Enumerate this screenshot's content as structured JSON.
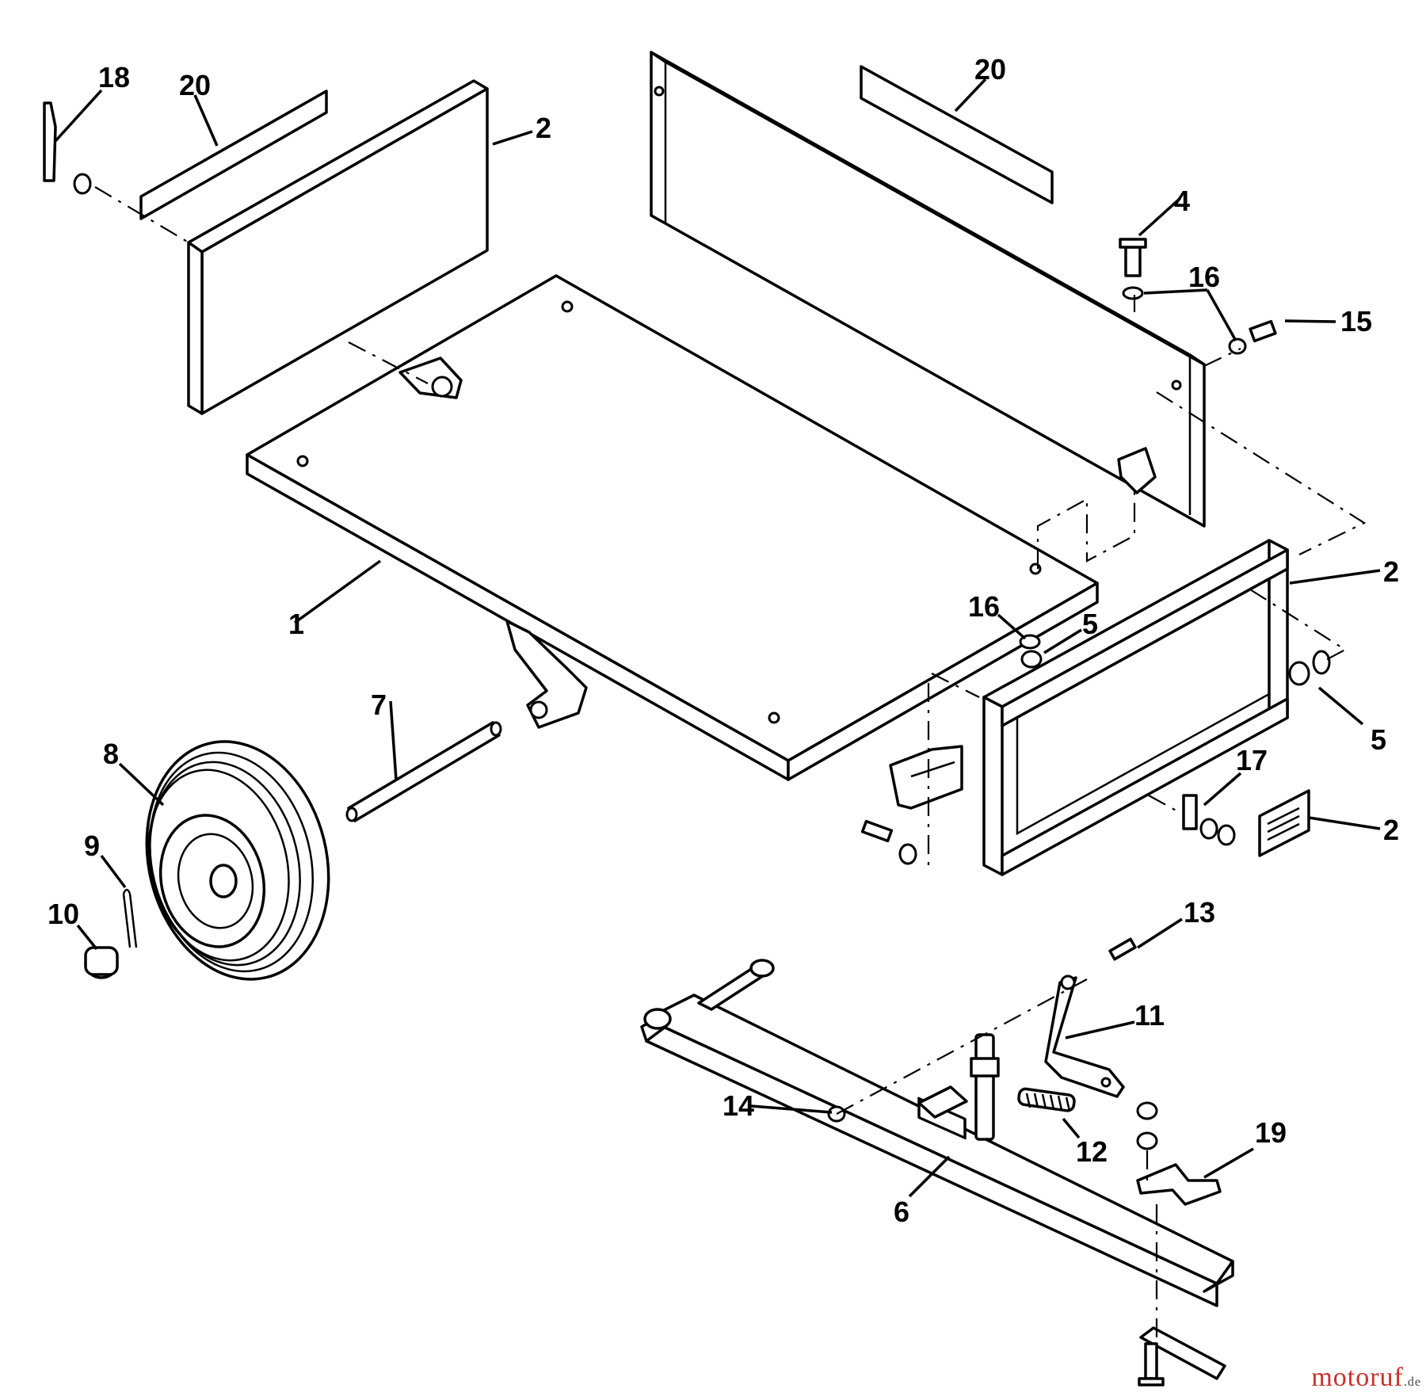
{
  "callouts": {
    "c1": "1",
    "c2_top": "2",
    "c2_right": "2",
    "c2_plate": "2",
    "c4": "4",
    "c5_top": "5",
    "c5_right": "5",
    "c6": "6",
    "c7": "7",
    "c8": "8",
    "c9": "9",
    "c10": "10",
    "c11": "11",
    "c12": "12",
    "c13": "13",
    "c14": "14",
    "c15": "15",
    "c16_top": "16",
    "c16_mid": "16",
    "c17": "17",
    "c18": "18",
    "c19": "19",
    "c20_left": "20",
    "c20_right": "20"
  },
  "watermark": {
    "brand": "motoruf",
    "tld": ".de"
  }
}
